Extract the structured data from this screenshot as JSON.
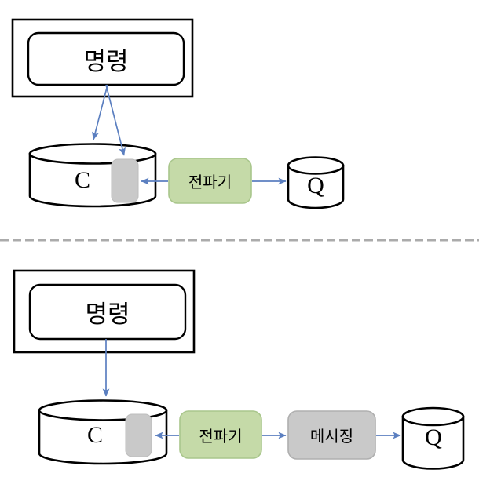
{
  "diagram": {
    "title_top": "",
    "colors": {
      "outline": "#000000",
      "arrow": "#5B7FC0",
      "green_fill": "#C5DAA8",
      "green_stroke": "#A9C68C",
      "gray_fill": "#C9C9C9",
      "gray_stroke": "#AFAFAF",
      "divider": "#ABABAB",
      "background": "#FFFFFF"
    },
    "panels": [
      {
        "id": "panel-top",
        "nodes": {
          "command_outer": {
            "label": ""
          },
          "command_inner": {
            "label": "명령"
          },
          "cylinder_c": {
            "label": "C"
          },
          "cylinder_c_marker": {
            "label": ""
          },
          "propagator": {
            "label": "전파기"
          },
          "cylinder_q": {
            "label": "Q"
          }
        },
        "edges": [
          {
            "from": "command_inner",
            "to": "cylinder_c",
            "direction": "down"
          },
          {
            "from": "command_inner",
            "to": "cylinder_c_marker",
            "direction": "down"
          },
          {
            "from": "propagator",
            "to": "cylinder_c_marker",
            "direction": "left"
          },
          {
            "from": "propagator",
            "to": "cylinder_q",
            "direction": "right"
          }
        ]
      },
      {
        "id": "panel-bottom",
        "nodes": {
          "command_outer": {
            "label": ""
          },
          "command_inner": {
            "label": "명령"
          },
          "cylinder_c": {
            "label": "C"
          },
          "cylinder_c_marker": {
            "label": ""
          },
          "propagator": {
            "label": "전파기"
          },
          "messaging": {
            "label": "메시징"
          },
          "cylinder_q": {
            "label": "Q"
          }
        },
        "edges": [
          {
            "from": "command_inner",
            "to": "cylinder_c",
            "direction": "down"
          },
          {
            "from": "propagator",
            "to": "cylinder_c_marker",
            "direction": "left"
          },
          {
            "from": "propagator",
            "to": "messaging",
            "direction": "right"
          },
          {
            "from": "messaging",
            "to": "cylinder_q",
            "direction": "right"
          }
        ]
      }
    ],
    "divider": {
      "style": "dashed",
      "label": ""
    }
  }
}
